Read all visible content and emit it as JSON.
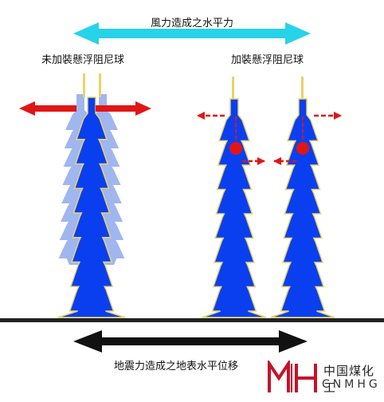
{
  "labels": {
    "wind": "風力造成之水平力",
    "without_damper": "未加裝懸浮阻尼球",
    "with_damper": "加裝懸浮阻尼球",
    "quake": "地震力造成之地表水平位移"
  },
  "logo": {
    "cn": "中国煤化工",
    "en": "CNMHG"
  },
  "colors": {
    "tower_blue": "#0a3ff0",
    "tower_ghost": "#8fa9ec",
    "tower_edge": "#e8d36a",
    "wind_arrow": "#27d3e8",
    "red_arrow": "#e01616",
    "ground": "#222222",
    "logo_red": "#c4132b"
  }
}
